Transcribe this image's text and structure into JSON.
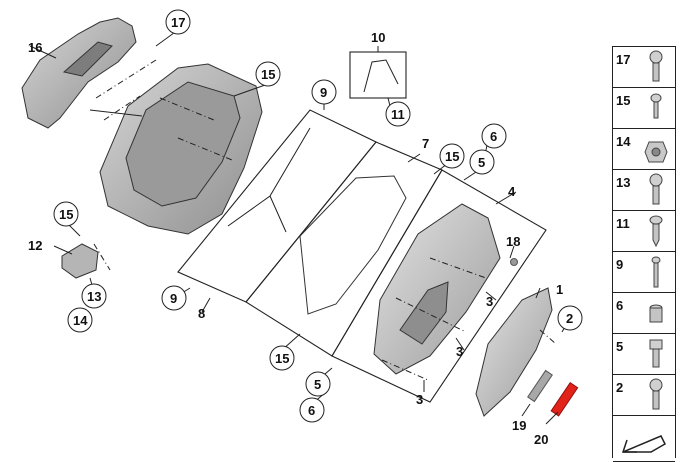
{
  "callouts": {
    "c16": "16",
    "c17": "17",
    "c15a": "15",
    "c10": "10",
    "c11": "11",
    "c9a": "9",
    "c7": "7",
    "c15b": "15",
    "c6a": "6",
    "c5a": "5",
    "c4": "4",
    "c18": "18",
    "c15c": "15",
    "c12": "12",
    "c13": "13",
    "c14": "14",
    "c9b": "9",
    "c8": "8",
    "c3a": "3",
    "c3b": "3",
    "c3c": "3",
    "c1": "1",
    "c2": "2",
    "c15d": "15",
    "c5b": "5",
    "c6b": "6",
    "c19": "19",
    "c20": "20"
  },
  "legend": [
    {
      "num": "17",
      "icon": "flange-screw-icon"
    },
    {
      "num": "15",
      "icon": "small-screw-icon"
    },
    {
      "num": "14",
      "icon": "hex-nut-icon"
    },
    {
      "num": "13",
      "icon": "flange-screw-icon"
    },
    {
      "num": "11",
      "icon": "self-tapping-screw-icon"
    },
    {
      "num": "9",
      "icon": "long-screw-icon"
    },
    {
      "num": "6",
      "icon": "sleeve-nut-icon"
    },
    {
      "num": "5",
      "icon": "socket-screw-icon"
    },
    {
      "num": "2",
      "icon": "flange-screw-icon"
    },
    {
      "num": "",
      "icon": "orientation-arrow-icon"
    }
  ],
  "colors": {
    "part_fill": "#c9c9c9",
    "part_dark": "#9a9a9a",
    "highlight": "#e2231a",
    "line": "#222222"
  }
}
